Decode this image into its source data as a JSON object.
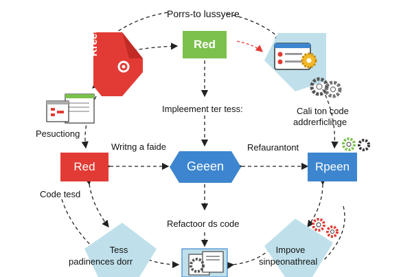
{
  "diagram": {
    "title": "Porrs-to lussyere",
    "nodes": {
      "red_top": "Red",
      "red_left": "Red",
      "green_center": "Geeen",
      "blue_right": "Rpeen",
      "red_flag": "Rreet"
    },
    "labels": {
      "implement": "Impleement ter tess:",
      "writing": "Writng a faide",
      "refaurant": "Refaurantont",
      "code_tested": "Code tesd",
      "refactor": "Refactoor ds code",
      "pesuctiong": "Pesuctiong",
      "calition_line1": "Cali ton code",
      "calition_line2": "addrerficlinge",
      "tess_line1": "Tess",
      "tess_line2": "padinences dorr",
      "improve_line1": "Impove",
      "improve_line2": "sinpeonathreal"
    },
    "colors": {
      "red": "#e23b35",
      "green": "#7cc04d",
      "blue": "#3d86cf",
      "light_blue": "#bfe0ea",
      "arrow": "#222222"
    },
    "icons": [
      "gear-icon",
      "browser-window-icon",
      "document-icon",
      "checklist-icon"
    ]
  }
}
